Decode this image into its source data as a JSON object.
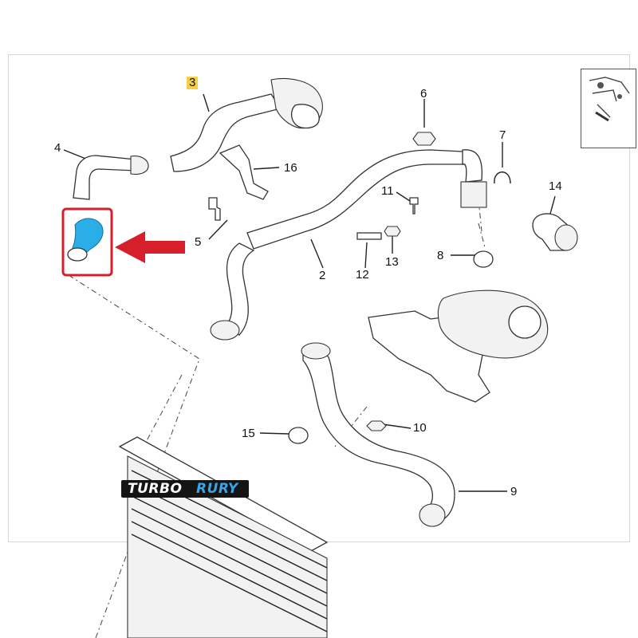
{
  "callouts": {
    "c1": "2",
    "c2": "3",
    "c3": "4",
    "c4": "5",
    "c5": "6",
    "c6": "7",
    "c7": "8",
    "c8": "9",
    "c9": "10",
    "c10": "11",
    "c11": "12",
    "c12": "13",
    "c13": "14",
    "c14": "15",
    "c15": "16"
  },
  "logo": {
    "part_a": "TURBO",
    "part_b": "RURY"
  },
  "colors": {
    "highlight_box": "#d61f2b",
    "arrow": "#d61f2b",
    "highlight_hose": "#2aaee8",
    "label_highlight": "#f4cf47",
    "logo_bg": "#141414",
    "logo_accent": "#3aa4e6"
  }
}
